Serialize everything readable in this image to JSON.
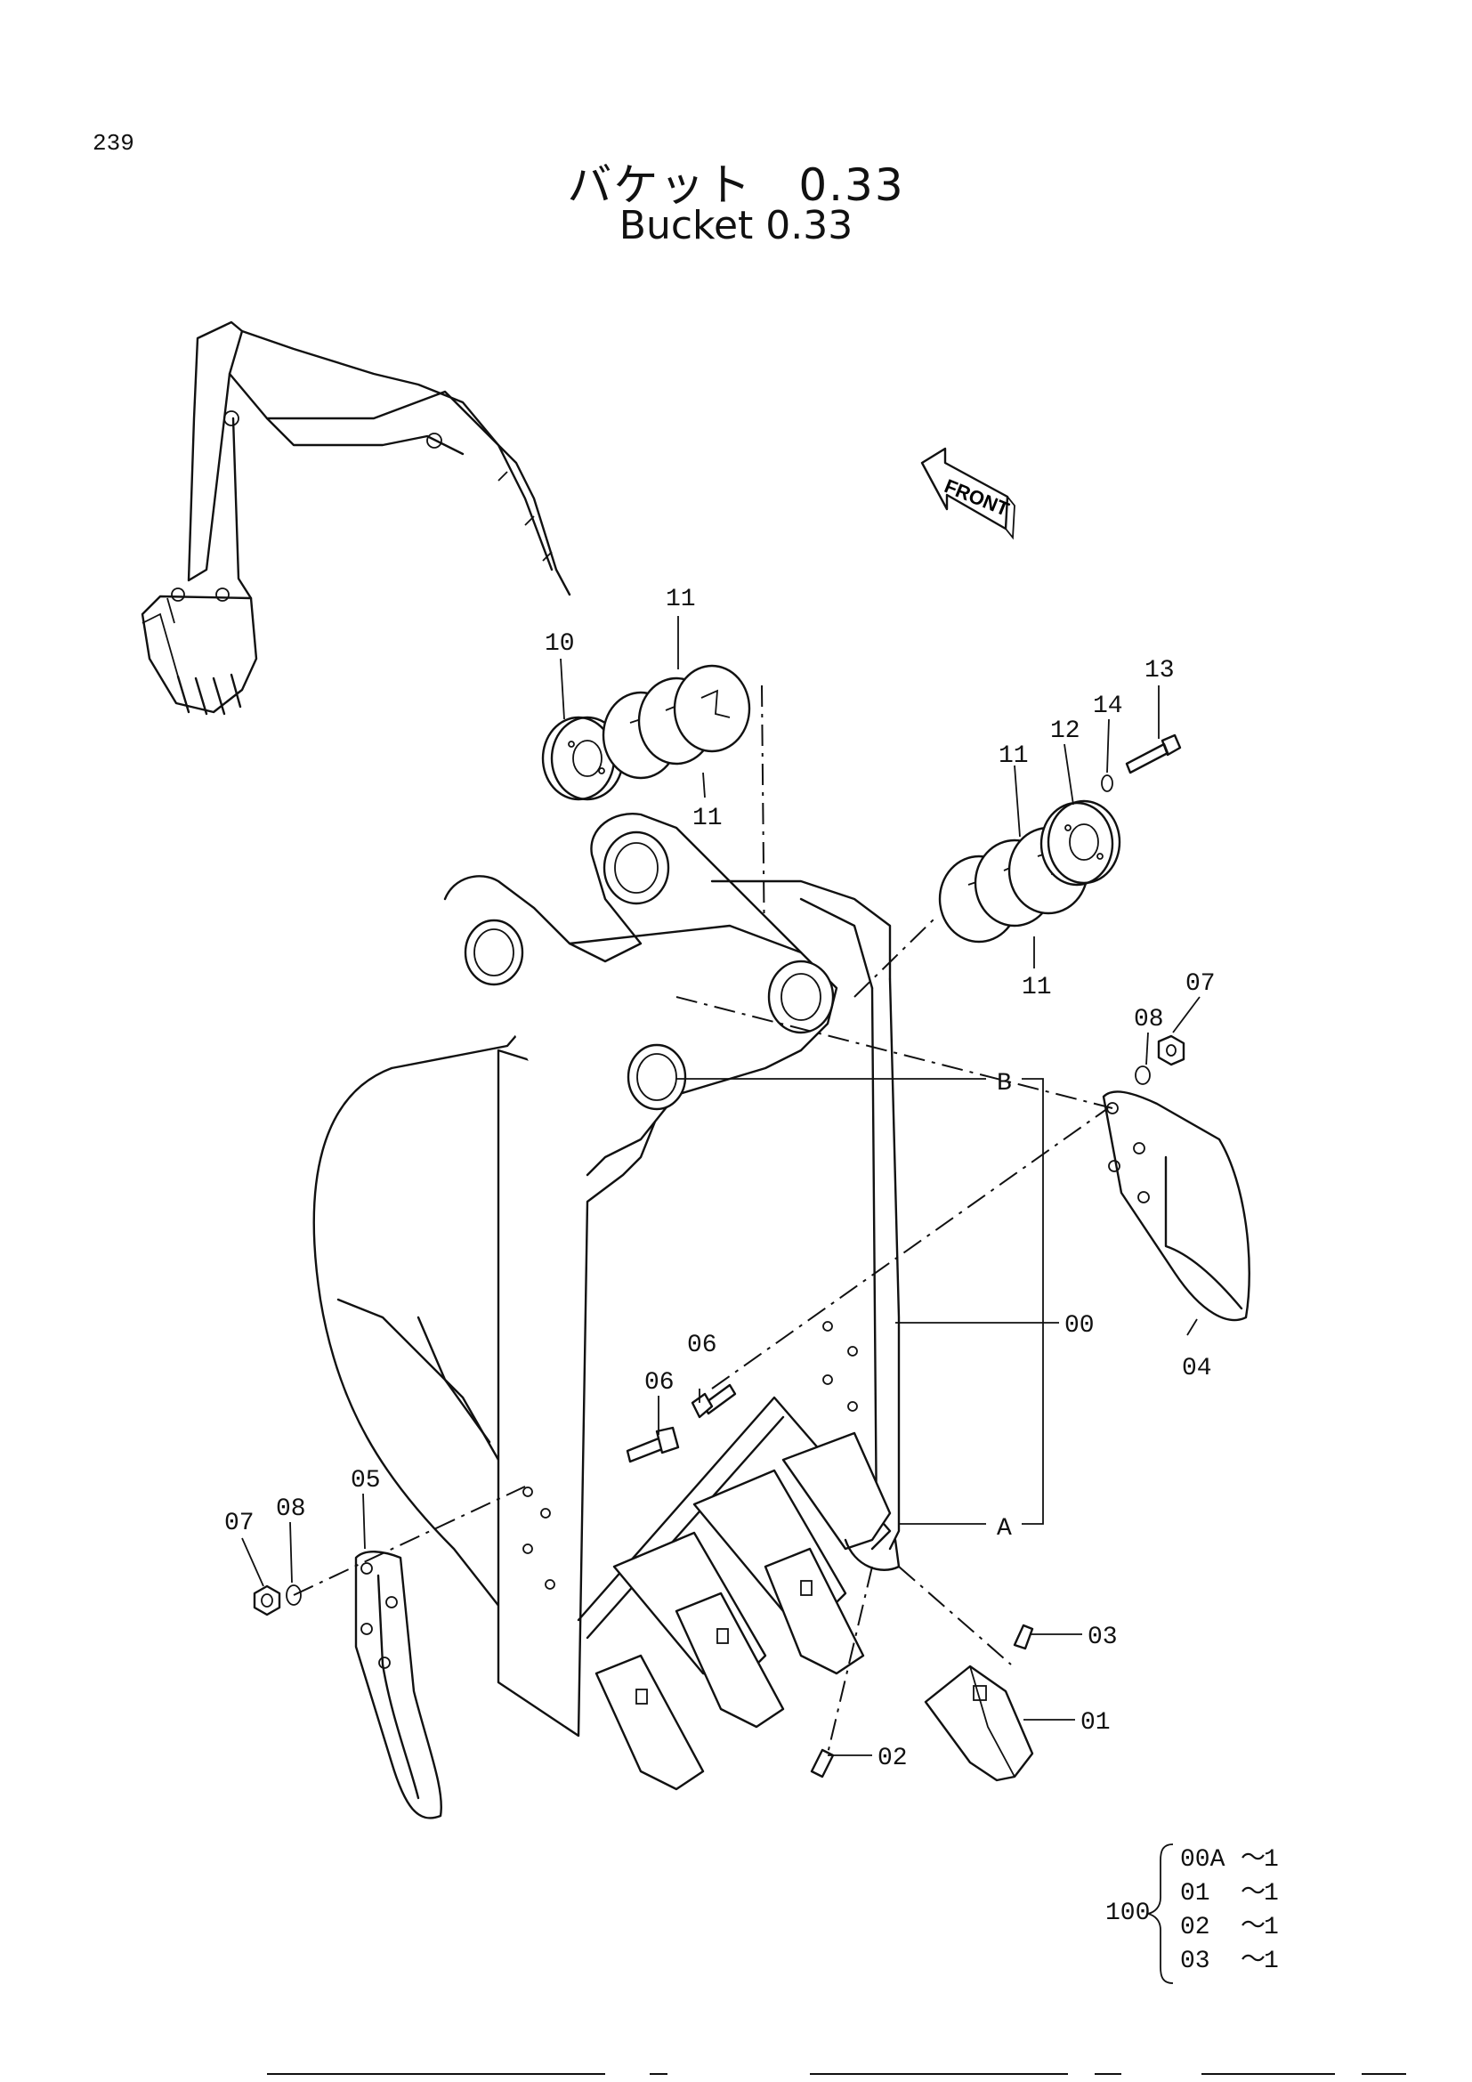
{
  "page_number": "239",
  "title_jp": "バケット　0.33",
  "title_en": "Bucket 0.33",
  "front_label": "FRONT",
  "callouts": {
    "c10": "10",
    "c11a": "11",
    "c11b": "11",
    "c11c": "11",
    "c11d": "11",
    "c12": "12",
    "c13": "13",
    "c14": "14",
    "c07a": "07",
    "c08a": "08",
    "c04": "04",
    "cB": "B",
    "c00": "00",
    "c06a": "06",
    "c06b": "06",
    "cA": "A",
    "c05": "05",
    "c07b": "07",
    "c08b": "08",
    "c03": "03",
    "c01": "01",
    "c02": "02"
  },
  "assembly_set": {
    "number": "100",
    "items": [
      {
        "part": "00A",
        "sep": "～",
        "qty": "1"
      },
      {
        "part": "01",
        "sep": "～",
        "qty": "1"
      },
      {
        "part": "02",
        "sep": "～",
        "qty": "1"
      },
      {
        "part": "03",
        "sep": "～",
        "qty": "1"
      }
    ]
  }
}
